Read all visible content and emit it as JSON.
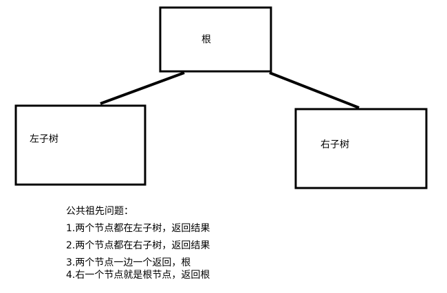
{
  "diagram": {
    "nodes": {
      "root": "根",
      "left": "左子树",
      "right": "右子树"
    },
    "colors": {
      "stroke": "#000000",
      "fill": "#ffffff",
      "text": "#000000"
    }
  },
  "notes": {
    "title": "公共祖先问题：",
    "items": [
      "1.两个节点都在左子树，返回结果",
      "2.两个节点都在右子树，返回结果",
      "3.两个节点一边一个返回，根",
      "4.右一个节点就是根节点，返回根"
    ]
  }
}
